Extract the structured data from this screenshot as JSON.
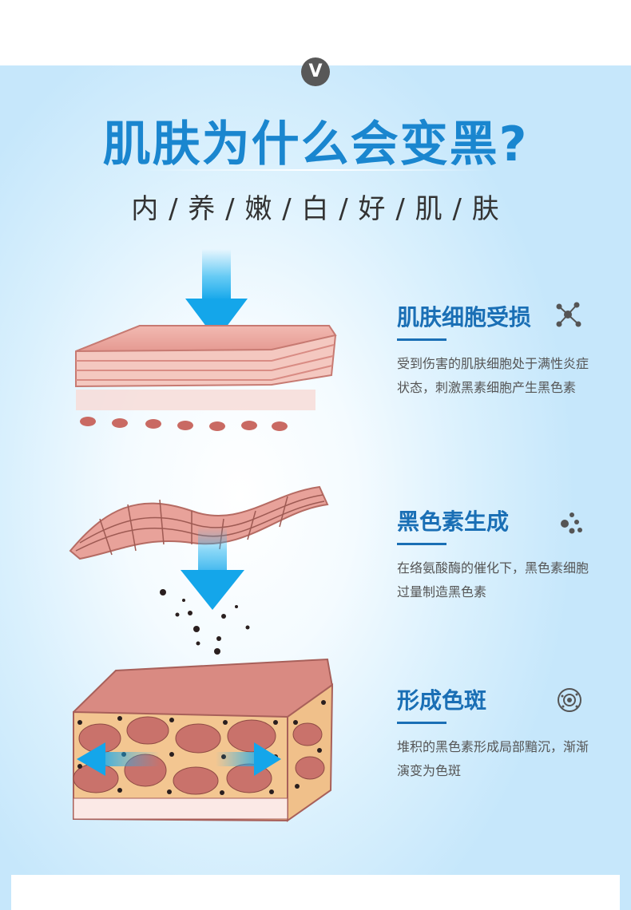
{
  "badge": "V",
  "title": "肌肤为什么会变黑?",
  "subtitle": "内 / 养 / 嫩 / 白 / 好 / 肌 / 肤",
  "steps": [
    {
      "title": "肌肤细胞受损",
      "desc": "受到伤害的肌肤细胞处于满性炎症状态，刺激黑素细胞产生黑色素",
      "icon": "molecule-icon"
    },
    {
      "title": "黑色素生成",
      "desc": "在络氨酸酶的催化下，黑色素细胞过量制造黑色素",
      "icon": "particles-icon"
    },
    {
      "title": "形成色斑",
      "desc": "堆积的黑色素形成局部黯沉，渐渐演变为色斑",
      "icon": "cell-icon"
    }
  ],
  "colors": {
    "accent": "#1a86cf",
    "heading": "#1a6fb5",
    "arrow": "#29b6f0",
    "skin": "#e8a29a",
    "melanin": "#2a1f1f"
  }
}
